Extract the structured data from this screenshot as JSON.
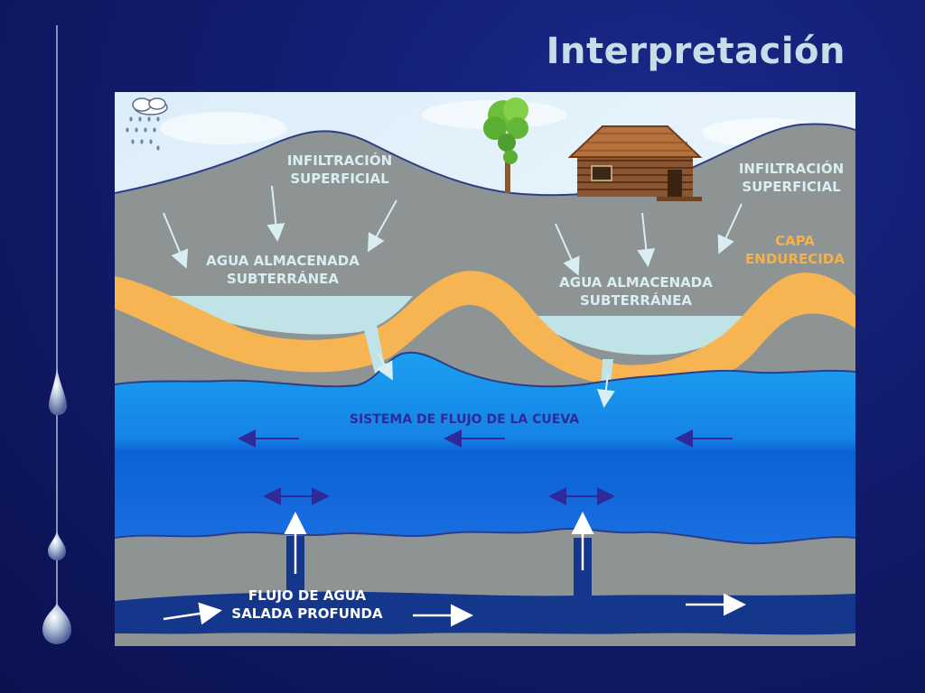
{
  "slide": {
    "title": "Interpretación"
  },
  "labels": {
    "infiltration_left": [
      "INFILTRACIÓN",
      "SUPERFICIAL"
    ],
    "infiltration_right": [
      "INFILTRACIÓN",
      "SUPERFICIAL"
    ],
    "stored_left": [
      "AGUA ALMACENADA",
      "SUBTERRÁNEA"
    ],
    "stored_right": [
      "AGUA ALMACENADA",
      "SUBTERRÁNEA"
    ],
    "hardened_layer": [
      "CAPA",
      "ENDURECIDA"
    ],
    "cave_flow": "SISTEMA DE FLUJO DE LA CUEVA",
    "deep_flow": [
      "FLUJO DE AGUA",
      "SALADA PROFUNDA"
    ]
  },
  "colors": {
    "sky": "#e4f1f8",
    "rock": "#8e9394",
    "hardened_layer": "#f6b552",
    "stored_water": "#bfe3e6",
    "cave_water_top": "#1893e8",
    "cave_water_bottom": "#0f5fd0",
    "deep_water": "#14378c",
    "label_light": "#d8eef2",
    "label_orange": "#f6b14a",
    "label_blue": "#2e2a9a"
  },
  "icons": [
    "rain-cloud-icon",
    "tree-icon",
    "cabin-icon",
    "water-drip-icon"
  ]
}
